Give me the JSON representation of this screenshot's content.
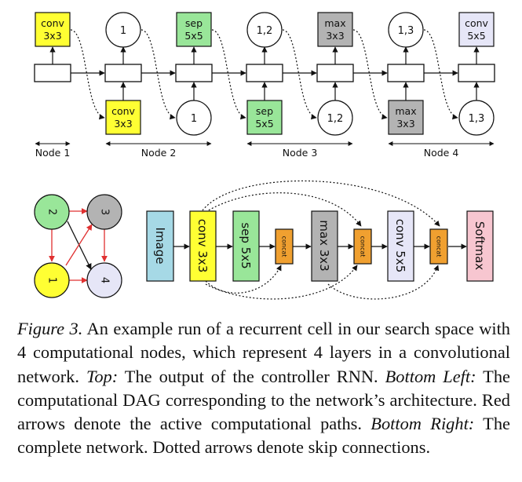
{
  "top": {
    "ops_above": [
      {
        "lines": [
          "conv",
          "3x3"
        ],
        "color": "#ffff33"
      },
      {
        "lines": [
          "1"
        ],
        "circle": true
      },
      {
        "lines": [
          "sep",
          "5x5"
        ],
        "color": "#99e699"
      },
      {
        "lines": [
          "1,2"
        ],
        "circle": true
      },
      {
        "lines": [
          "max",
          "3x3"
        ],
        "color": "#b3b3b3"
      },
      {
        "lines": [
          "1,3"
        ],
        "circle": true
      },
      {
        "lines": [
          "conv",
          "5x5"
        ],
        "color": "#e6e6f7"
      }
    ],
    "ops_below": [
      {
        "lines": [
          "conv",
          "3x3"
        ],
        "color": "#ffff33"
      },
      {
        "lines": [
          "1"
        ],
        "circle": true
      },
      {
        "lines": [
          "sep",
          "5x5"
        ],
        "color": "#99e699"
      },
      {
        "lines": [
          "1,2"
        ],
        "circle": true
      },
      {
        "lines": [
          "max",
          "3x3"
        ],
        "color": "#b3b3b3"
      },
      {
        "lines": [
          "1,3"
        ],
        "circle": true
      }
    ],
    "node_labels": [
      "Node 1",
      "Node 2",
      "Node 3",
      "Node 4"
    ]
  },
  "dag": {
    "nodes": [
      {
        "label": "2",
        "color": "#99e699"
      },
      {
        "label": "3",
        "color": "#b3b3b3"
      },
      {
        "label": "1",
        "color": "#ffff33"
      },
      {
        "label": "4",
        "color": "#e6e6f7"
      }
    ]
  },
  "network": {
    "blocks": [
      {
        "label": "Image",
        "color": "#a6d9e6"
      },
      {
        "label": "conv 3x3",
        "color": "#ffff33"
      },
      {
        "label": "sep 5x5",
        "color": "#99e699"
      },
      {
        "label": "concat",
        "color": "#f0a030",
        "small": true
      },
      {
        "label": "max 3x3",
        "color": "#b3b3b3"
      },
      {
        "label": "concat",
        "color": "#f0a030",
        "small": true
      },
      {
        "label": "conv 5x5",
        "color": "#e6e6f7"
      },
      {
        "label": "concat",
        "color": "#f0a030",
        "small": true
      },
      {
        "label": "Softmax",
        "color": "#f7c6d0"
      }
    ]
  },
  "caption": {
    "fig_label": "Figure 3.",
    "s1": " An example run of a recurrent cell in our search space with 4 computational nodes, which represent 4 layers in a convolutional network. ",
    "top_label": "Top:",
    "s2": " The output of the controller RNN. ",
    "bl_label": "Bottom Left:",
    "s3": " The computational DAG corresponding to the network’s architecture. Red arrows denote the active computational paths. ",
    "br_label": "Bottom Right:",
    "s4": " The complete network. Dotted arrows denote skip connections."
  }
}
